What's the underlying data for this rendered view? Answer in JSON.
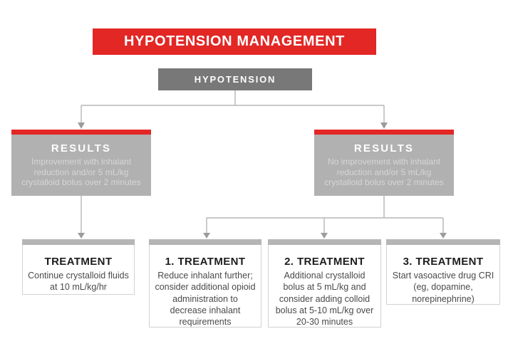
{
  "title_banner": {
    "label": "HYPOTENSION MANAGEMENT"
  },
  "root_node": {
    "label": "HYPOTENSION"
  },
  "left_branch": {
    "results": {
      "heading": "RESULTS",
      "body": "Improvement with inhalant reduction and/or 5 mL/kg crystalloid bolus over 2 minutes"
    },
    "treatment": {
      "heading": "TREATMENT",
      "body": "Continue crystalloid fluids at 10 mL/kg/hr"
    }
  },
  "right_branch": {
    "results": {
      "heading": "RESULTS",
      "body": "No improvement with inhalant reduction and/or 5 mL/kg crystalloid bolus over 2 minutes"
    },
    "treatments": [
      {
        "heading": "1. TREATMENT",
        "body": "Reduce inhalant further; consider additional opioid administration to decrease inhalant requirements"
      },
      {
        "heading": "2. TREATMENT",
        "body": "Additional crystalloid bolus at 5 mL/kg and consider adding colloid bolus at 5-10 mL/kg over 20-30 minutes"
      },
      {
        "heading": "3. TREATMENT",
        "body": "Start vasoactive drug CRI (eg, dopamine, norepinephrine)"
      }
    ]
  },
  "colors": {
    "accent_red": "#e22725",
    "root_node_gray": "#787878",
    "results_body_gray": "#b1b1b1",
    "results_text_gray": "#d6d6d6",
    "treatment_bar_gray": "#b5b5b5",
    "treatment_border_gray": "#d2d2d2",
    "connector_gray": "#b5b5b5",
    "arrowhead_gray": "#9c9c9c",
    "background": "#ffffff"
  }
}
